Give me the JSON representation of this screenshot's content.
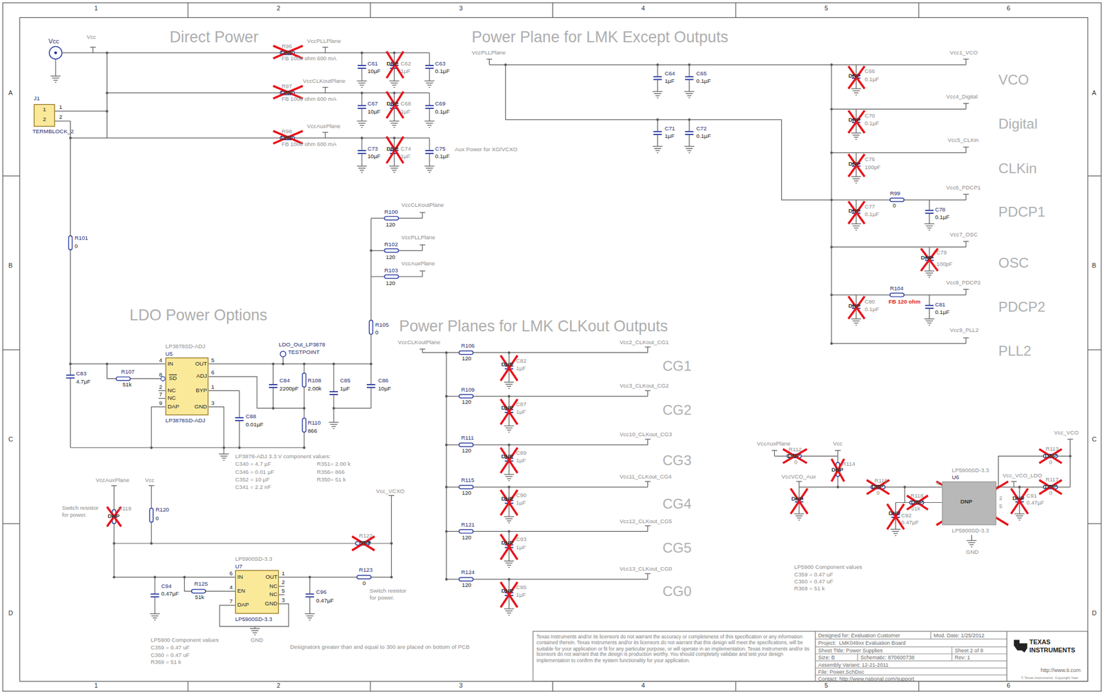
{
  "diagram": {
    "nodes": [
      {
        "text": [
          "J1",
          "1",
          "2",
          "TERMBLOCK_2"
        ]
      },
      {
        "text": [
          "LP3878SD-ADJ",
          "U5",
          "IN",
          "OUT",
          "SD",
          "ADJ",
          "NC",
          "BYP",
          "NC",
          "DAP",
          "GND",
          "LP3878SD-ADJ"
        ]
      },
      {
        "text": [
          "LP5900SD-3.3",
          "U7",
          "IN",
          "OUT",
          "EN",
          "NC",
          "NC",
          "DAP",
          "GND",
          "LP5900SD-3.3"
        ]
      },
      {
        "text": [
          "LP5900SD-3.3",
          "U6",
          "DNP",
          "LP5900SD-3.3"
        ]
      }
    ],
    "labels": [
      "1",
      "2",
      "3",
      "4",
      "5",
      "6",
      "1",
      "2",
      "3",
      "4",
      "5",
      "6",
      "A",
      "B",
      "C",
      "D",
      "A",
      "B",
      "C",
      "D",
      "Direct Power",
      "Power Plane for LMK Except Outputs",
      "LDO Power Options",
      "Power Planes for LMK CLKout Outputs",
      "VCO",
      "Digital",
      "CLKin",
      "PDCP1",
      "OSC",
      "PDCP2",
      "PLL2",
      "CG1",
      "CG2",
      "CG3",
      "CG4",
      "CG5",
      "CG0",
      "Vcc",
      "Vcc",
      "1",
      "2",
      "R96",
      "DNP",
      "FB 1000 ohm 600 mA",
      "VccPLLPlane",
      "C61",
      "10µF",
      "DNP",
      "C62",
      "1µF",
      "C63",
      "0.1µF",
      "R97",
      "DNP",
      "FB 1000 ohm 600 mA",
      "VccCLKoutPlane",
      "C67",
      "10µF",
      "DNP",
      "C68",
      "1µF",
      "C69",
      "0.1µF",
      "R98",
      "DNP",
      "FB 1000 ohm 600 mA",
      "VccAuxPlane",
      "C73",
      "10µF",
      "DNP",
      "C74",
      "1µF",
      "C75",
      "0.1µF",
      "Aux Power for XO/VCXO",
      "VccPLLPlane",
      "C64",
      "1µF",
      "C65",
      "0.1µF",
      "C71",
      "1µF",
      "C72",
      "0.1µF",
      "Vcc1_VCO",
      "DNP",
      "C66",
      "0.1µF",
      "Vcc4_Digital",
      "DNP",
      "C70",
      "0.1µF",
      "Vcc5_CLKin",
      "DNP",
      "C76",
      "100pF",
      "Vcc6_PDCP1",
      "R99",
      "0",
      "DNP",
      "C77",
      "0.1µF",
      "C78",
      "0.1µF",
      "Vcc7_OSC",
      "DNP",
      "C79",
      "100pF",
      "Vcc8_PDCP2",
      "R104",
      "FB 120 ohm",
      "DNP",
      "C80",
      "0.1µF",
      "C81",
      "0.1µF",
      "Vcc9_PLL2",
      "VccCLKoutPlane",
      "R106",
      "120",
      "Vcc2_CLKout_CG1",
      "DNP",
      "C82",
      "1µF",
      "R109",
      "120",
      "Vcc3_CLKout_CG2",
      "DNP",
      "C87",
      "1µF",
      "R111",
      "120",
      "Vcc10_CLKout_CG3",
      "DNP",
      "C89",
      "1µF",
      "R115",
      "120",
      "Vcc11_CLKout_CG4",
      "DNP",
      "C90",
      "1µF",
      "R121",
      "120",
      "Vcc12_CLKout_CG5",
      "DNP",
      "C93",
      "1µF",
      "R124",
      "120",
      "Vcc13_CLKout_CG0",
      "DNP",
      "C95",
      "1µF",
      "R100",
      "120",
      "VccCLKoutPlane",
      "R102",
      "120",
      "VccPLLPlane",
      "R103",
      "120",
      "VccAuxPlane",
      "R105",
      "0",
      "R101",
      "0",
      "4",
      "5",
      "8",
      "6",
      "2",
      "1",
      "7",
      "9",
      "3",
      "LDO_Out_LP3878",
      "TESTPOINT",
      "C83",
      "4.7µF",
      "R107",
      "51k",
      "C84",
      "2200pF",
      "R108",
      "2.00k",
      "C85",
      "1µF",
      "C86",
      "10µF",
      "C88",
      "0.01µF",
      "R110",
      "866",
      "LP3878-ADJ 3.3 V component values:",
      "C340 = 4.7 µF",
      "C346 = 0.01 µF",
      "C352 = 10 µF",
      "C341 = 2.2 nF",
      "R351= 2.00 k",
      "R356= 866",
      "R350= 51 k",
      "VccAuxPlane",
      "Vcc",
      "Switch resistor",
      "for power.",
      "R119",
      "DNP",
      "R120",
      "0",
      "R122",
      "DNP",
      "Vcc_VCXO",
      "6",
      "1",
      "4",
      "2",
      "5",
      "3",
      "7",
      "C94",
      "0.47µF",
      "R125",
      "51k",
      "C96",
      "0.47µF",
      "R123",
      "0",
      "Switch resistor",
      "for power.",
      "GND",
      "LP5900 Component values",
      "C359 = 0.47 uF",
      "C360 = 0.47 uF",
      "R369 = 51 k",
      "Designators greater than and equal to 300 are placed on bottom of PCB",
      "VccAuxPlane",
      "Vcc",
      "Vcc_VCO",
      "R112",
      "DNP",
      "0",
      "R114",
      "DNP",
      "VccVCO_Aux",
      "DNP",
      "R116",
      "DNP",
      "0",
      "R118",
      "DNP",
      "51k",
      "DNP",
      "C92",
      "0.47µF",
      "Vcc_VCO_LDO",
      "4",
      "2",
      "5",
      "DNP",
      "C91",
      "0.47µF",
      "R113",
      "DNP",
      "0",
      "R117",
      "DNP",
      "0",
      "GND",
      "LP5900 Component values",
      "C359 = 0.47 uF",
      "C360 = 0.47 uF",
      "R369 = 51 k",
      "Texas Instruments and/or its licensors do not warrant the accuracy or completeness of this specification or any information contained therein. Texas Instruments and/or its licensors do not warrant that this design will meet the specifications, will be suitable for your application or fit for any particular purpose, or will operate in an implementation. Texas Instruments and/or its licensors do not warrant that the design is production worthy. You should completely validate and test your design implementation to confirm the system functionality for your application.",
      "Designed for: Evaluation Customer",
      "Mod. Date: 1/25/2012",
      "Project:  LMK049xx Evaluation Board",
      "Sheet Title: Power Supplies",
      "Sheet 2 of 8",
      "Size: B",
      "Schematic: 870600738",
      "Rev: 1",
      "Assembly Variant: 12-21-2011",
      "File: Power.SchDoc",
      "Contact: http://www.national.com/support",
      "TEXAS",
      "INSTRUMENTS",
      "http://www.ti.com",
      "© Texas Instruments  Copyright Year"
    ]
  }
}
